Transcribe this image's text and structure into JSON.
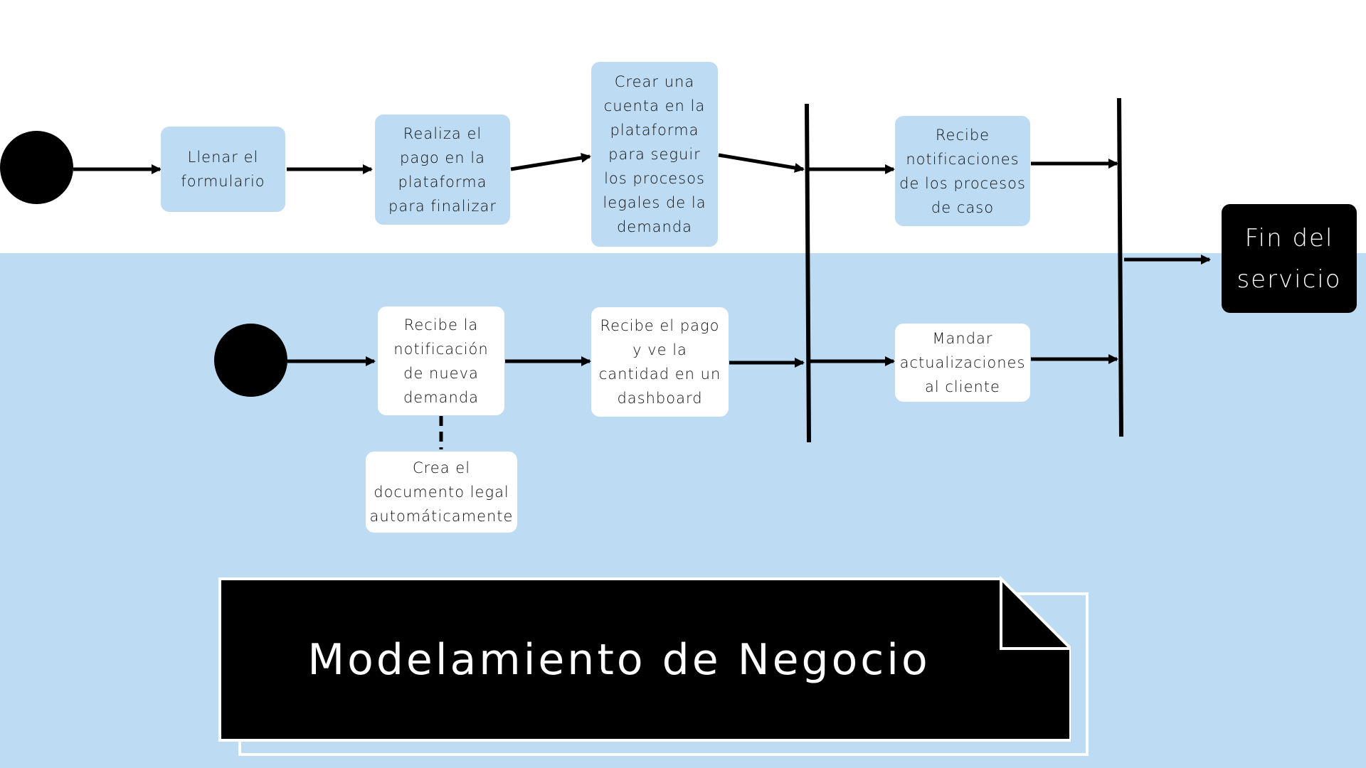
{
  "colors": {
    "lane_top": "#ffffff",
    "lane_bottom": "#bddbf3",
    "node_blue": "#bddbf3",
    "node_white": "#ffffff",
    "ink": "#000000"
  },
  "lanes": {
    "top": {
      "nodes": [
        {
          "id": "llenar-formulario",
          "text": "Llenar el\nformulario"
        },
        {
          "id": "realiza-pago",
          "text": "Realiza el\npago en la\nplataforma\npara finalizar"
        },
        {
          "id": "crear-cuenta",
          "text": "Crear una\ncuenta en la\nplataforma\npara seguir\nlos procesos\nlegales de la\ndemanda"
        },
        {
          "id": "recibe-notificaciones",
          "text": "Recibe\nnotificaciones\nde los procesos\nde caso"
        }
      ]
    },
    "bottom": {
      "nodes": [
        {
          "id": "recibe-notificacion",
          "text": "Recibe la\nnotificación\nde nueva\ndemanda"
        },
        {
          "id": "recibe-pago",
          "text": "Recibe el pago\ny ve la\ncantidad en un\ndashboard"
        },
        {
          "id": "mandar-actualizaciones",
          "text": "Mandar\nactualizaciones\nal cliente"
        },
        {
          "id": "crea-documento",
          "text": "Crea el\ndocumento legal\nautomáticamente"
        }
      ]
    }
  },
  "end_node": {
    "text": "Fin del\nservicio"
  },
  "title": "Modelamiento de Negocio"
}
